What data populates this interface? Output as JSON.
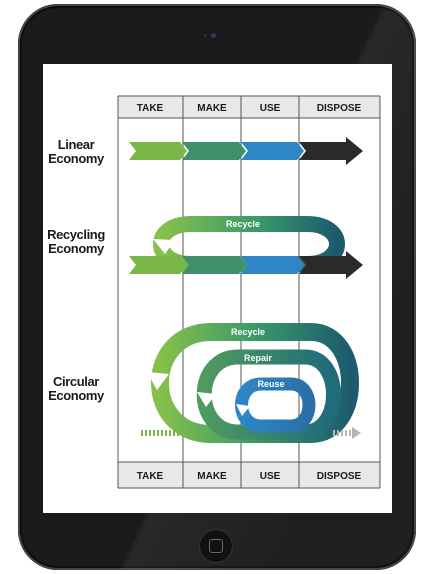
{
  "columns": [
    "TAKE",
    "MAKE",
    "USE",
    "DISPOSE"
  ],
  "rows": [
    {
      "line1": "Linear",
      "line2": "Economy"
    },
    {
      "line1": "Recycling",
      "line2": "Economy"
    },
    {
      "line1": "Circular",
      "line2": "Economy"
    }
  ],
  "loops": {
    "recycling_recycle": "Recycle",
    "circular_recycle": "Recycle",
    "circular_repair": "Repair",
    "circular_reuse": "Reuse"
  },
  "colors": {
    "green": "#7ab648",
    "teal_green": "#3f8f6a",
    "blue": "#2f86c6",
    "dark": "#2b2b2b"
  }
}
